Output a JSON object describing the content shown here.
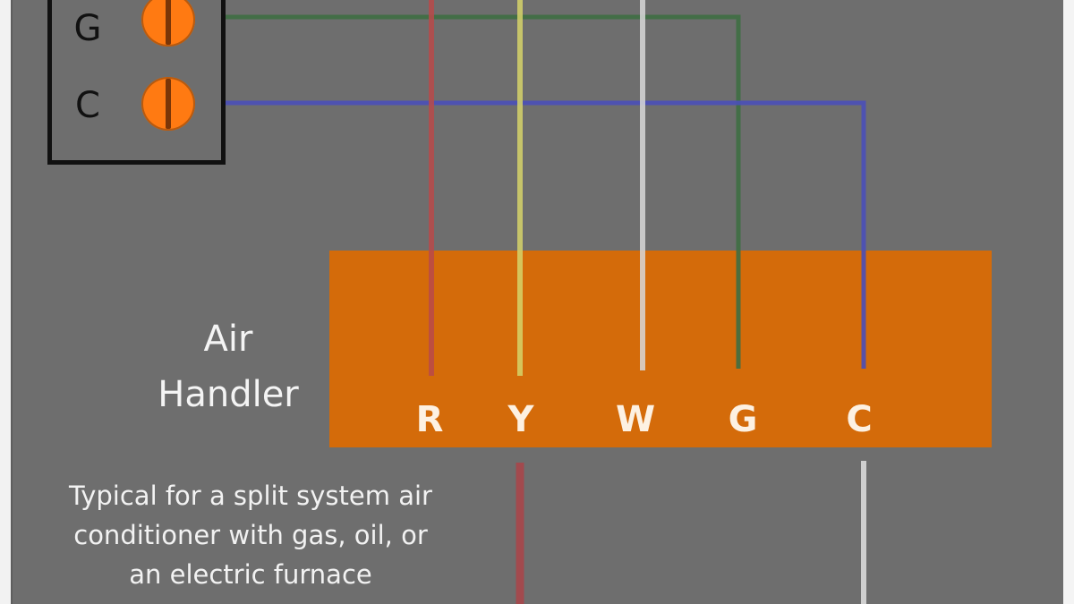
{
  "diagram": {
    "type": "thermostat-wiring",
    "colors": {
      "background": "#6e6e6e",
      "air_handler": "#d46b0a",
      "screw": "#ff7a12",
      "wire_red": "#b94a4a",
      "wire_yellow": "#d6d46a",
      "wire_white": "#d8d8d8",
      "wire_green": "#3e6e42",
      "wire_blue": "#4a4fb8"
    },
    "thermostat": {
      "terminals": [
        {
          "label": "G",
          "wire": "green"
        },
        {
          "label": "C",
          "wire": "blue"
        }
      ]
    },
    "air_handler": {
      "title_line1": "Air",
      "title_line2": "Handler",
      "terminals": [
        {
          "label": "R",
          "wire": "red"
        },
        {
          "label": "Y",
          "wire": "yellow"
        },
        {
          "label": "W",
          "wire": "white"
        },
        {
          "label": "G",
          "wire": "green"
        },
        {
          "label": "C",
          "wire": "blue"
        }
      ]
    },
    "caption": {
      "line1": "Typical for a split system air",
      "line2": "conditioner with gas, oil, or",
      "line3": "an electric furnace"
    }
  }
}
